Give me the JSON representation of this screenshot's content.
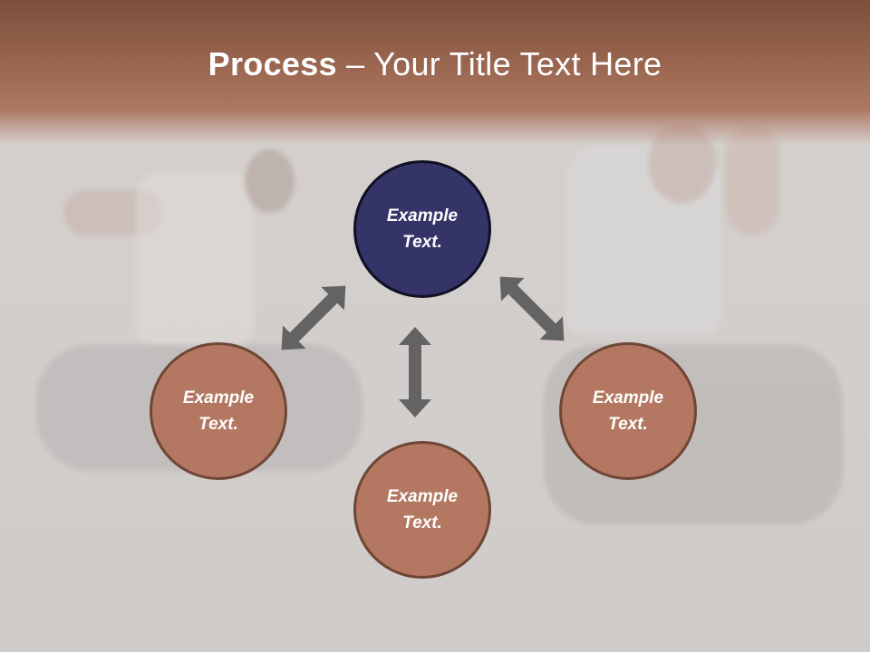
{
  "title": {
    "bold": "Process",
    "rest": " – Your Title Text Here"
  },
  "nodes": {
    "top": "Example\nText.",
    "left": "Example\nText.",
    "right": "Example\nText.",
    "bottom": "Example\nText."
  },
  "colors": {
    "title_band": "#9a6650",
    "node_primary": "#343468",
    "node_secondary": "#b47862",
    "arrow": "#636363"
  }
}
